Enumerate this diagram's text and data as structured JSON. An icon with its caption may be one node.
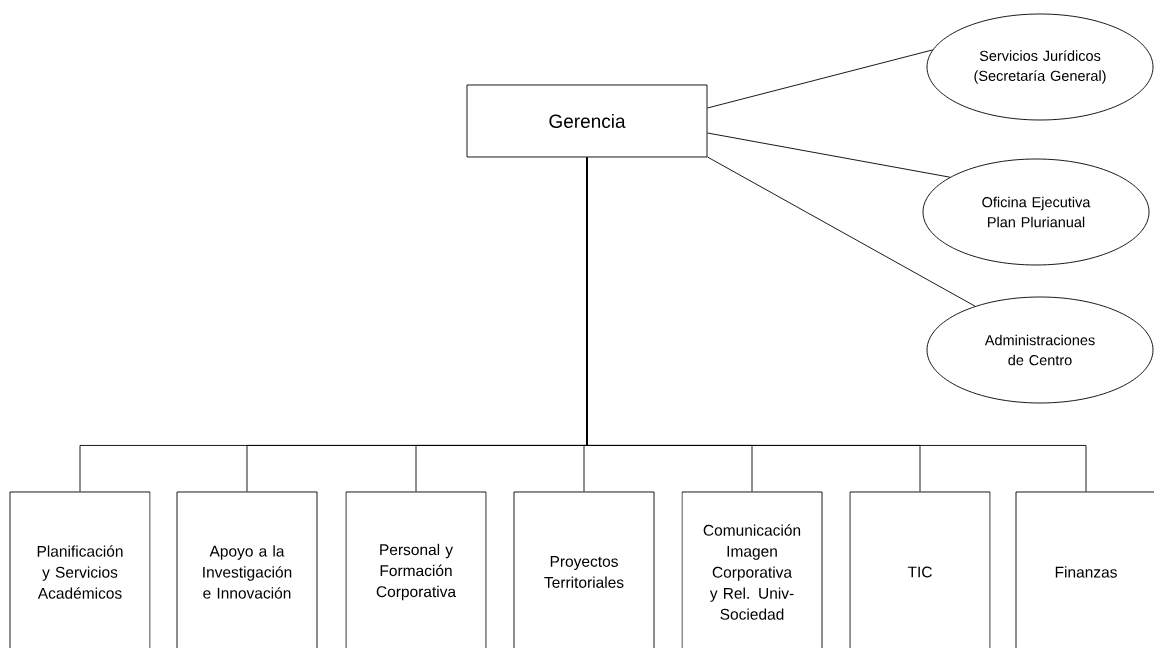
{
  "diagram": {
    "nodes": [
      {
        "text": [
          "Gerencia"
        ]
      },
      {
        "text": [
          "Servicios Jurídicos (Secretaría General)"
        ]
      },
      {
        "text": [
          "Oficina Ejecutiva Plan Plurianual"
        ]
      },
      {
        "text": [
          "Administraciones de Centro"
        ]
      },
      {
        "text": [
          "Planificación y Servicios Académicos"
        ]
      },
      {
        "text": [
          "Apoyo a la Investigación e Innovación"
        ]
      },
      {
        "text": [
          "Personal y Formación Corporativa"
        ]
      },
      {
        "text": [
          "Proyectos Territoriales"
        ]
      },
      {
        "text": [
          "Comunicación Imagen Corporativa y Rel. Univ-Sociedad"
        ]
      },
      {
        "text": [
          "TIC"
        ]
      },
      {
        "text": [
          "Finanzas"
        ]
      }
    ],
    "edges": [
      {
        "from": 0,
        "to": 1,
        "arrow": "none"
      },
      {
        "from": 0,
        "to": 2,
        "arrow": "none"
      },
      {
        "from": 0,
        "to": 3,
        "arrow": "none"
      },
      {
        "from": 0,
        "to": 4,
        "arrow": "none"
      },
      {
        "from": 0,
        "to": 5,
        "arrow": "none"
      },
      {
        "from": 0,
        "to": 6,
        "arrow": "none"
      },
      {
        "from": 0,
        "to": 7,
        "arrow": "none"
      },
      {
        "from": 0,
        "to": 8,
        "arrow": "none"
      },
      {
        "from": 0,
        "to": 9,
        "arrow": "none"
      },
      {
        "from": 0,
        "to": 10,
        "arrow": "none"
      }
    ]
  }
}
